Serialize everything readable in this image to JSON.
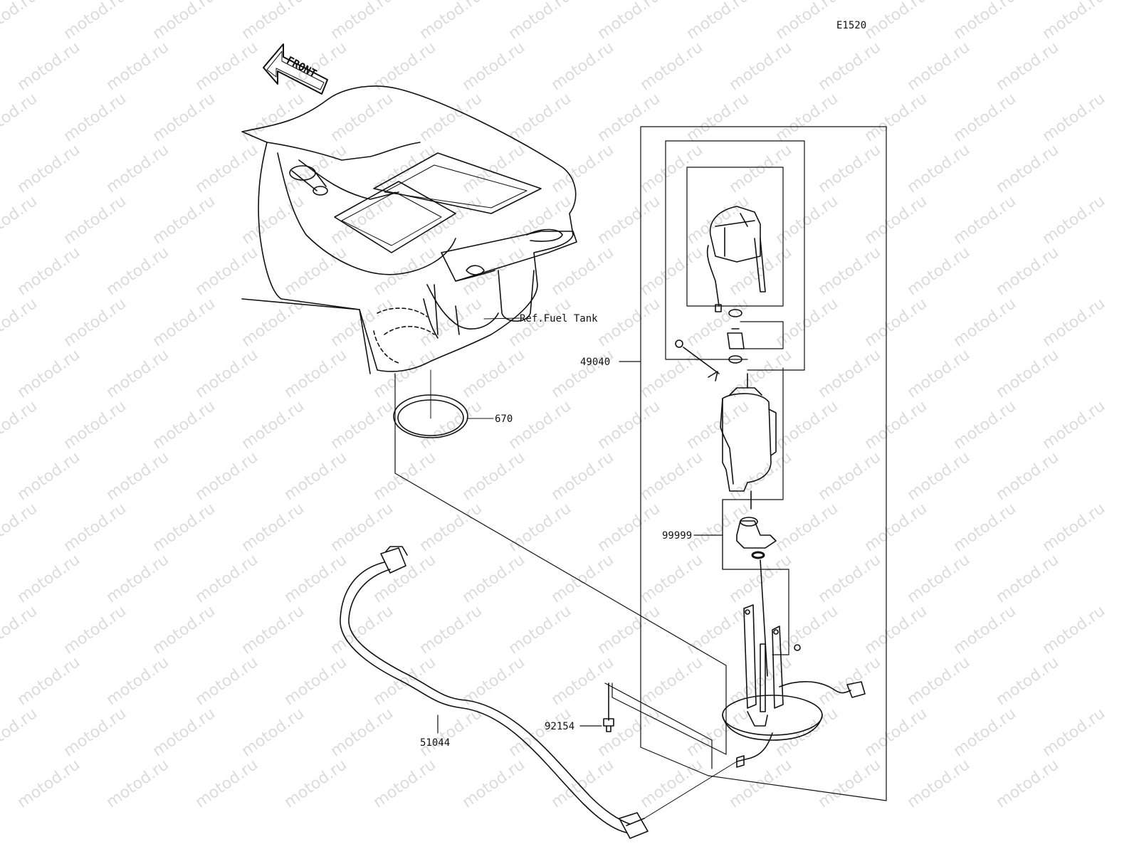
{
  "diagram_code": "E1520",
  "front_marker": "FRONT",
  "watermark": "motod.ru",
  "labels": {
    "ref_fuel_tank": "Ref.Fuel Tank",
    "part_49040": "49040",
    "part_670": "670",
    "part_99999": "99999",
    "part_92154": "92154",
    "part_51044": "51044"
  }
}
